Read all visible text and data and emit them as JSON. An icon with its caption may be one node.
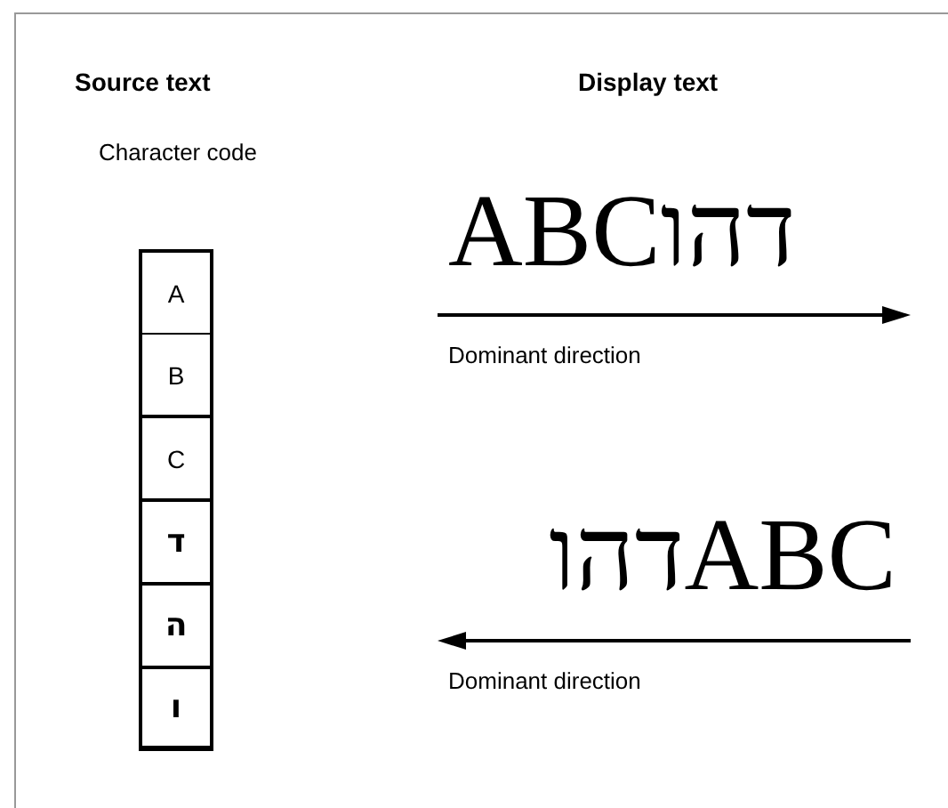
{
  "diagram": {
    "labels": [
      "Source text",
      "Display text",
      "Character code",
      "A",
      "B",
      "C",
      "ד",
      "ה",
      "ו",
      "ABCדהו",
      "Dominant direction",
      "ABCדהו",
      "Dominant direction"
    ]
  }
}
